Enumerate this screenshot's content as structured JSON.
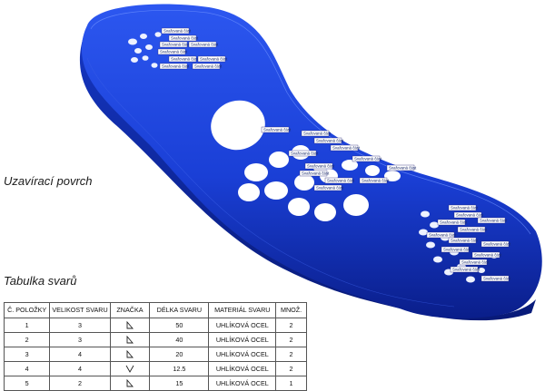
{
  "captions": {
    "surface": "Uzavírací povrch",
    "table": "Tabulka svarů"
  },
  "weld_label_text": "Svařovaná část",
  "colors": {
    "body": "#1a3fd6",
    "body_dark": "#0a1e8a",
    "highlight": "#4d7cff"
  },
  "table": {
    "headers": [
      "Č. POLOŽKY",
      "VELIKOST SVARU",
      "ZNAČKA",
      "DÉLKA SVARU",
      "MATERIÁL SVARU",
      "MNOŽ."
    ],
    "rows": [
      {
        "item": "1",
        "size": "3",
        "symbol": "fillet-weld-icon",
        "length": "50",
        "material": "UHLÍKOVÁ OCEL",
        "qty": "2"
      },
      {
        "item": "2",
        "size": "3",
        "symbol": "fillet-weld-icon",
        "length": "40",
        "material": "UHLÍKOVÁ OCEL",
        "qty": "2"
      },
      {
        "item": "3",
        "size": "4",
        "symbol": "fillet-weld-icon",
        "length": "20",
        "material": "UHLÍKOVÁ OCEL",
        "qty": "2"
      },
      {
        "item": "4",
        "size": "4",
        "symbol": "v-groove-weld-icon",
        "length": "12.5",
        "material": "UHLÍKOVÁ OCEL",
        "qty": "2"
      },
      {
        "item": "5",
        "size": "2",
        "symbol": "fillet-weld-icon",
        "length": "15",
        "material": "UHLÍKOVÁ OCEL",
        "qty": "1"
      }
    ]
  }
}
